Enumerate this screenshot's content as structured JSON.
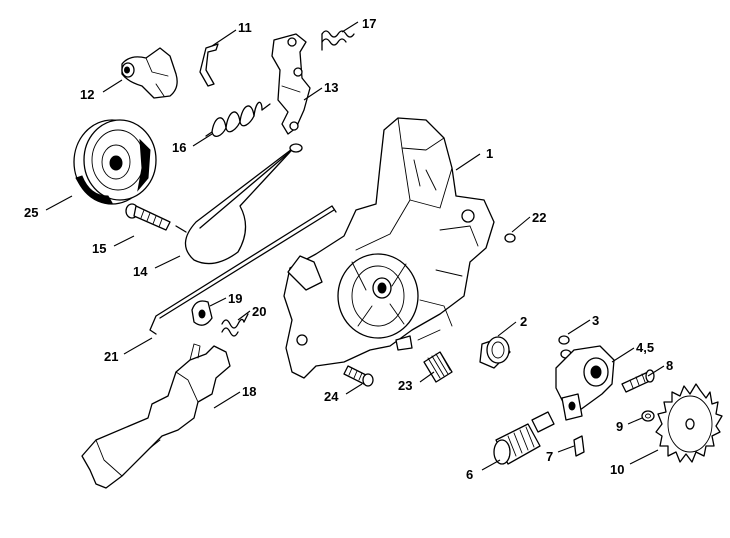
{
  "labels": [
    {
      "id": "1",
      "text": "1"
    },
    {
      "id": "2",
      "text": "2"
    },
    {
      "id": "3",
      "text": "3"
    },
    {
      "id": "4_5",
      "text": "4,5"
    },
    {
      "id": "6",
      "text": "6"
    },
    {
      "id": "7",
      "text": "7"
    },
    {
      "id": "8",
      "text": "8"
    },
    {
      "id": "9",
      "text": "9"
    },
    {
      "id": "10",
      "text": "10"
    },
    {
      "id": "11",
      "text": "11"
    },
    {
      "id": "12",
      "text": "12"
    },
    {
      "id": "13",
      "text": "13"
    },
    {
      "id": "14",
      "text": "14"
    },
    {
      "id": "15",
      "text": "15"
    },
    {
      "id": "16",
      "text": "16"
    },
    {
      "id": "17",
      "text": "17"
    },
    {
      "id": "18",
      "text": "18"
    },
    {
      "id": "19",
      "text": "19"
    },
    {
      "id": "20",
      "text": "20"
    },
    {
      "id": "21",
      "text": "21"
    },
    {
      "id": "22",
      "text": "22"
    },
    {
      "id": "23",
      "text": "23"
    },
    {
      "id": "24",
      "text": "24"
    },
    {
      "id": "25",
      "text": "25"
    }
  ]
}
